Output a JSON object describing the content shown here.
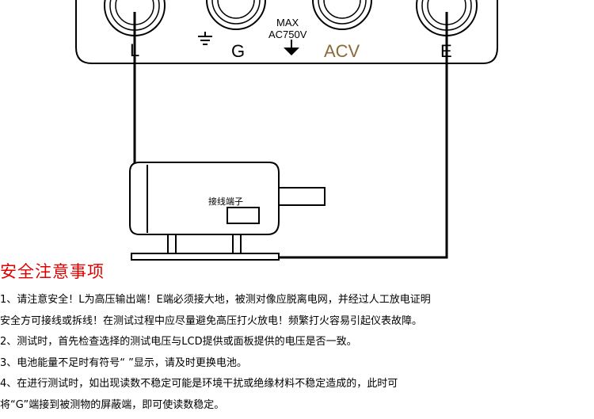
{
  "terminals": {
    "l": "L",
    "g": "G",
    "acv": "ACV",
    "e": "E",
    "max_line1": "MAX",
    "max_line2": "AC750V"
  },
  "device_label": "接线端子",
  "safety": {
    "heading": "安全注意事项",
    "lines": [
      "1、请注意安全！L为高压输出端！E端必须接大地，被测对像应脱离电网，并经过人工放电证明",
      "安全方可接线或拆线！在测试过程中应尽量避免高压打火放电！频繁打火容易引起仪表故障。",
      "2、测试时，首先检查选择的测试电压与LCD提供或面板提供的电压是否一致。",
      "3、电池能量不足时有符号“ ”显示，请及时更换电池。",
      "4、在进行测试时，如出现读数不稳定可能是环境干扰或绝缘材料不稳定造成的，此时可",
      "将“G”端接到被测物的屏蔽端，即可使读数稳定。"
    ]
  },
  "colors": {
    "heading": "#e00000",
    "acv_label": "#8a6a3a",
    "line": "#000000"
  }
}
